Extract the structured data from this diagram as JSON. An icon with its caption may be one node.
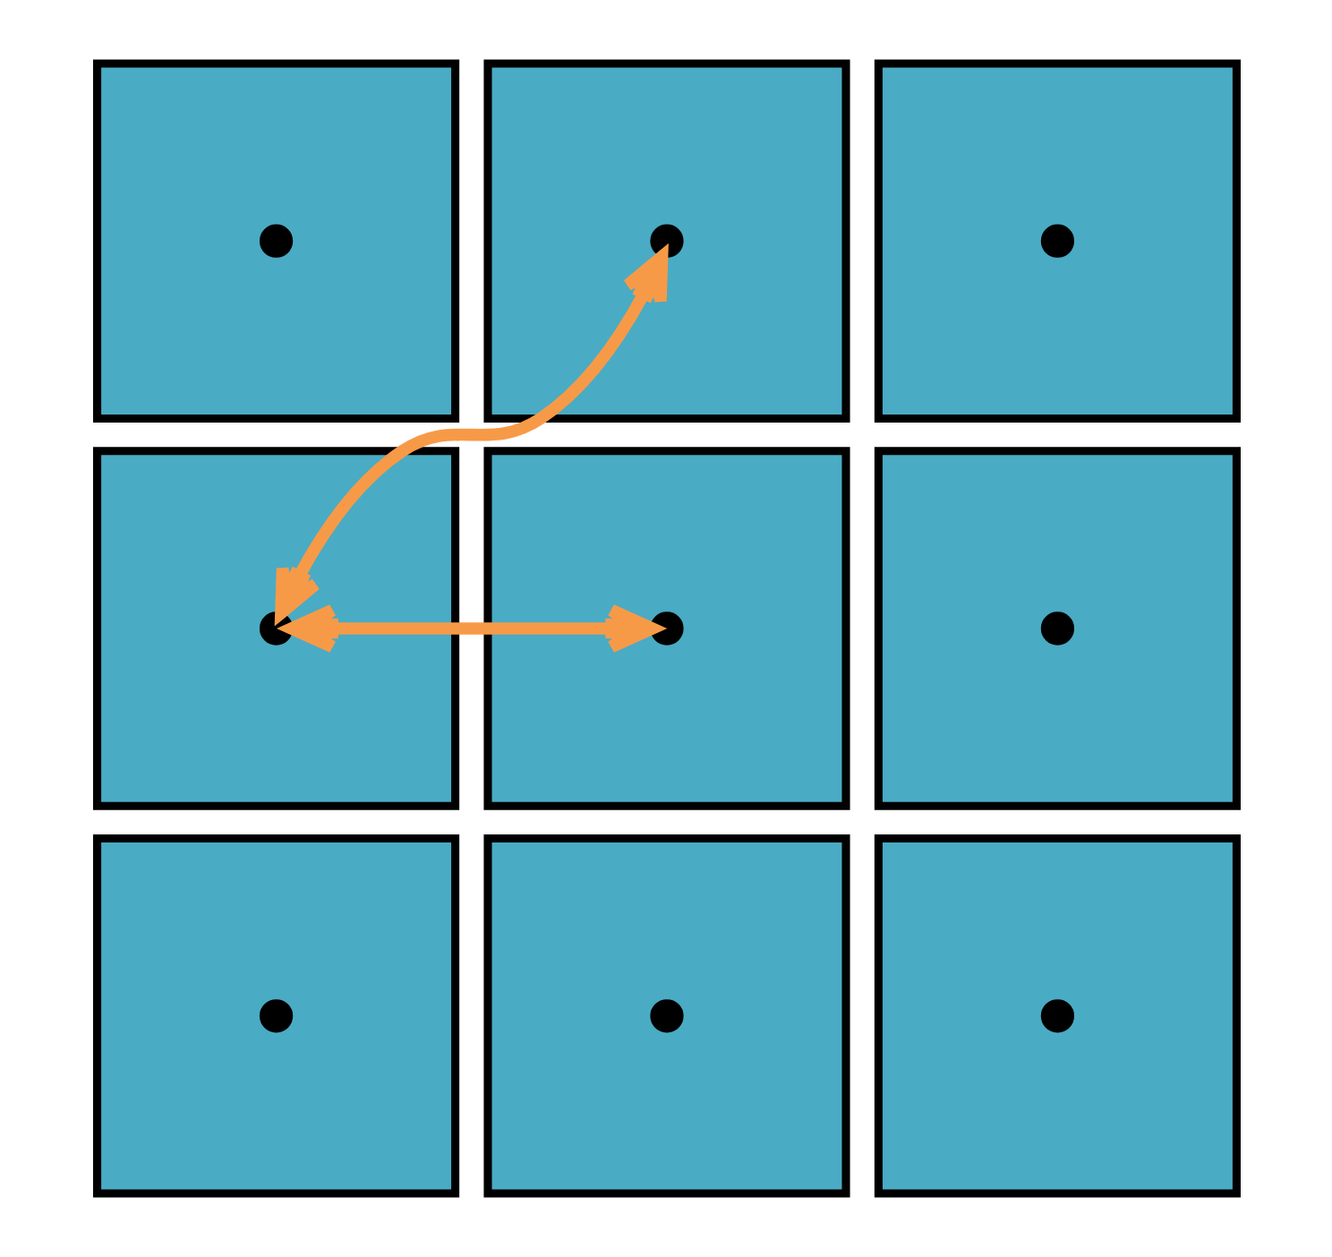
{
  "diagram": {
    "nodes": [
      {
        "text": [],
        "shape": "box"
      },
      {
        "text": [],
        "shape": "circle",
        "in": 0
      },
      {
        "text": [],
        "shape": "box"
      },
      {
        "text": [],
        "shape": "circle",
        "in": 2
      },
      {
        "text": [],
        "shape": "box"
      },
      {
        "text": [],
        "shape": "circle",
        "in": 4
      },
      {
        "text": [],
        "shape": "box"
      },
      {
        "text": [],
        "shape": "circle",
        "in": 6
      },
      {
        "text": [],
        "shape": "box"
      },
      {
        "text": [],
        "shape": "circle",
        "in": 8
      },
      {
        "text": [],
        "shape": "box"
      },
      {
        "text": [],
        "shape": "circle",
        "in": 10
      },
      {
        "text": [],
        "shape": "box"
      },
      {
        "text": [],
        "shape": "circle",
        "in": 12
      },
      {
        "text": [],
        "shape": "box"
      },
      {
        "text": [],
        "shape": "circle",
        "in": 14
      },
      {
        "text": [],
        "shape": "box"
      },
      {
        "text": [],
        "shape": "circle",
        "in": 16
      }
    ],
    "edges": [
      {
        "from": 7,
        "to": 3,
        "arrow": "both",
        "color": "#f79a48"
      },
      {
        "from": 7,
        "to": 9,
        "arrow": "both",
        "color": "#f79a48"
      }
    ]
  }
}
